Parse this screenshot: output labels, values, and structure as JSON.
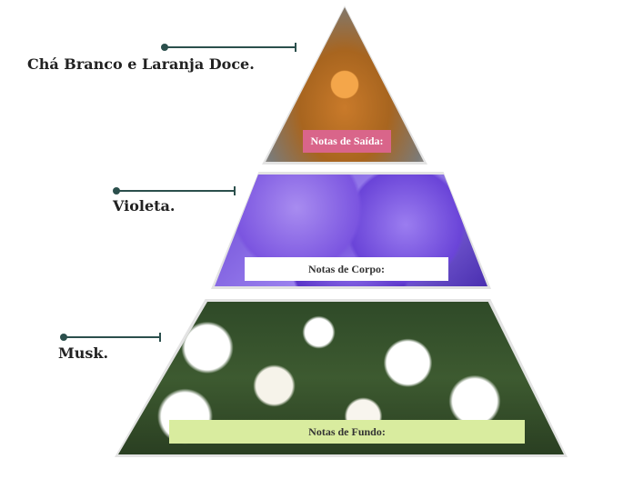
{
  "tiers": [
    {
      "note_label": "Notas de Saída:",
      "ingredient": "Chá Branco e Laranja Doce.",
      "image": "iced-tea-orange",
      "label_color": "#d9658a"
    },
    {
      "note_label": "Notas de Corpo:",
      "ingredient": "Violeta.",
      "image": "violet-flowers",
      "label_color": "#ffffff"
    },
    {
      "note_label": "Notas de Fundo:",
      "ingredient": "Musk.",
      "image": "white-flowers",
      "label_color": "#d9ec9f"
    }
  ],
  "connector_color": "#2b4f4c"
}
